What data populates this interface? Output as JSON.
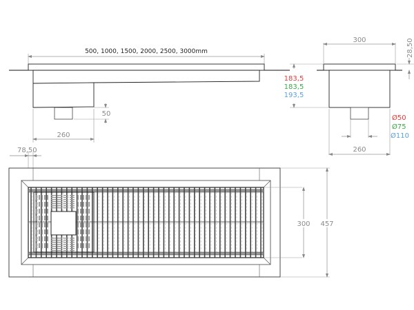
{
  "drawing": {
    "type": "technical drawing - linear floor drain channel with grating",
    "side_view": {
      "length_label": "500, 1000, 1500, 2000, 2500, 3000mm",
      "outlet_height_label": "50",
      "sump_width_label": "260"
    },
    "end_view": {
      "grate_width_label": "300",
      "flange_height_label": "28,50",
      "depths": [
        {
          "value": "183,5",
          "color": "#e03a3a"
        },
        {
          "value": "183,5",
          "color": "#3aa84a"
        },
        {
          "value": "193,5",
          "color": "#5aa0e0"
        }
      ],
      "diameters": [
        {
          "value": "Ø50",
          "color": "#e03a3a"
        },
        {
          "value": "Ø75",
          "color": "#3aa84a"
        },
        {
          "value": "Ø110",
          "color": "#5aa0e0"
        }
      ],
      "body_width_label": "260"
    },
    "plan_view": {
      "offset_label": "78,50",
      "inner_width_label": "300",
      "outer_width_label": "457"
    }
  }
}
